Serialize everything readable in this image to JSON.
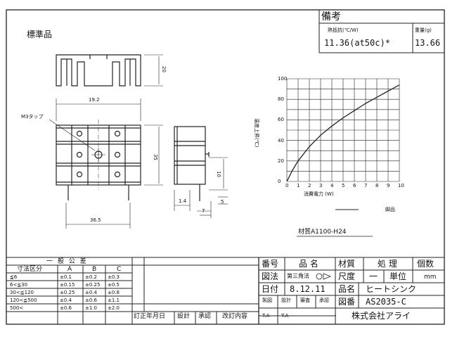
{
  "header": {
    "standard_label": "標準品",
    "remarks_label": "備考",
    "thermal_resistance_label": "熱抵抗(℃/W)",
    "thermal_resistance_value": "11.36(at50c)*",
    "weight_label": "重量(g)",
    "weight_value": "13.66"
  },
  "drawing": {
    "dim_height_top": "20",
    "dim_width_top": "19.2",
    "tap_label": "M3タップ",
    "dim_height_front": "35",
    "dim_side_height": "10",
    "dim_side_small_1": "1.4",
    "dim_side_small_2": "7",
    "dim_side_small_3": "5",
    "dim_bottom_width": "36.5"
  },
  "chart_data": {
    "type": "line",
    "ylabel": "温度上昇(℃)",
    "xlabel": "消費電力 (W)",
    "x_ticks": [
      "0",
      "1",
      "2",
      "3",
      "4",
      "5",
      "6",
      "7",
      "8",
      "9",
      "10"
    ],
    "y_ticks": [
      "0",
      "20",
      "40",
      "60",
      "80",
      "100"
    ],
    "xlim": [
      0,
      10
    ],
    "ylim": [
      0,
      100
    ],
    "grid": true,
    "x": [
      0,
      0.5,
      1,
      2,
      3,
      4,
      5,
      6,
      7,
      8,
      9,
      10
    ],
    "y": [
      0,
      11,
      20,
      34,
      45,
      54,
      62,
      69,
      76,
      82,
      88,
      94
    ],
    "legend_label": "脚品"
  },
  "material_label": "材質A1100-H24",
  "tolerance": {
    "title": "一 般 公 差",
    "headers": [
      "寸法区分",
      "A",
      "B",
      "C"
    ],
    "rows": [
      [
        "≦6",
        "±0.1",
        "±0.2",
        "±0.3"
      ],
      [
        "6<≦30",
        "±0.15",
        "±0.25",
        "±0.5"
      ],
      [
        "30<≦120",
        "±0.25",
        "±0.4",
        "±0.8"
      ],
      [
        "120<≦500",
        "±0.4",
        "±0.6",
        "±1.1"
      ],
      [
        "500<",
        "±0.6",
        "±1.0",
        "±2.0"
      ]
    ]
  },
  "revision": {
    "headers": [
      "訂正年月日",
      "設計",
      "承認",
      "改訂内容"
    ]
  },
  "title_block": {
    "number_label": "番号",
    "name_label": "品 名",
    "material_label": "材質",
    "treatment_label": "処 理",
    "quantity_label": "個数",
    "projection_label": "図法",
    "projection_value": "第三角法",
    "scale_label": "尺度",
    "scale_value": "一",
    "unit_label": "単位",
    "unit_value": "mm",
    "date_label": "日付",
    "date_value": "8.12.11",
    "product_name_label": "品名",
    "product_name_value": "ヒートシンク",
    "drawn_label": "製図",
    "design_label": "設計",
    "check_label": "審査",
    "approve_label": "承認",
    "drawing_number_label": "図番",
    "drawing_number_value": "AS2035-C",
    "drawn_initials": "T.A",
    "design_initials": "T.A",
    "company_name": "株式会社アライ"
  }
}
